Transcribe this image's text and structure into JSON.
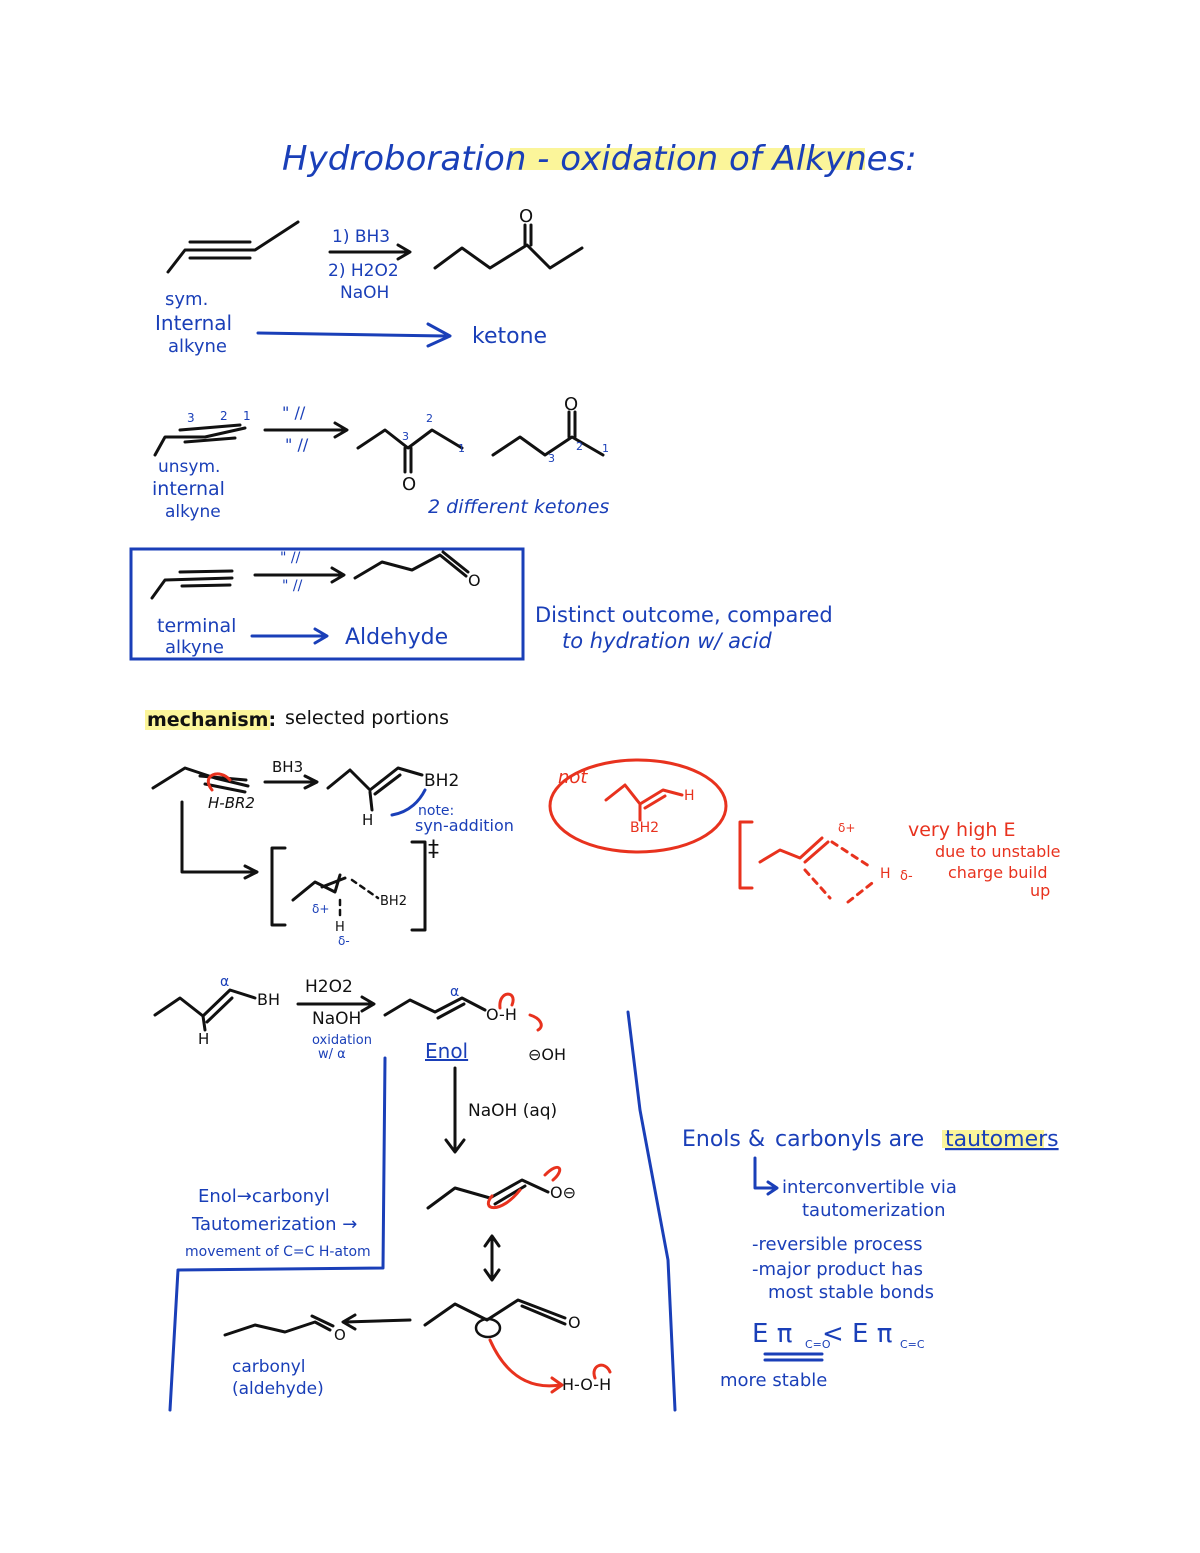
{
  "title": "Hydroboration - oxidation of Alkynes:",
  "sec1": {
    "reagent1": "1) BH3",
    "reagent2": "2) H2O2",
    "reagent3": "NaOH",
    "oxygen": "O",
    "label1": "sym.",
    "label2": "Internal",
    "label3": "alkyne",
    "result": "ketone"
  },
  "sec2": {
    "n3": "3",
    "n2": "2",
    "n1": "1",
    "marks": "\" //",
    "label1": "unsym.",
    "label2": "internal",
    "label3": "alkyne",
    "oxygen": "O",
    "result": "2 different ketones"
  },
  "sec3": {
    "marks": "\" //",
    "oxygen": "O",
    "label1": "terminal",
    "label2": "alkyne",
    "result": "Aldehyde",
    "note1": "Distinct outcome, compared",
    "note2": "to hydration w/ acid"
  },
  "mech": {
    "heading": "mechanism:",
    "heading2": "selected portions",
    "hbr2": "H-BR2",
    "bh3": "BH3",
    "bh2": "BH2",
    "h": "H",
    "note1": "note:",
    "note2": "syn-addition",
    "ts_bh2": "BH2",
    "ts_d1": "δ+",
    "ts_d2": "δ-",
    "ts_h": "H",
    "dagger": "‡",
    "not": "not",
    "not_h": "H",
    "not_bh2": "BH2",
    "red_d1": "δ+",
    "red_h": "H",
    "red_d2": "δ-",
    "red_note1": "very high E",
    "red_note2": "due to unstable",
    "red_note3": "charge build",
    "red_note4": "up"
  },
  "ox": {
    "alpha": "α",
    "bh": "BH",
    "h": "H",
    "r1": "H2O2",
    "r2": "NaOH",
    "r3": "oxidation",
    "r4": "w/ α",
    "alpha2": "α",
    "oh": "O-H",
    "enol": "Enol",
    "hydroxide": "⊖OH",
    "naoh": "NaOH (aq)",
    "taut1": "Enol→carbonyl",
    "taut2": "Tautomerization →",
    "taut3": "movement of C=C H-atom",
    "oxy1": "O⊖",
    "oxy2": "O",
    "carbonyl_o": "O",
    "water": "H-O-H",
    "carbonyl1": "carbonyl",
    "carbonyl2": "(aldehyde)"
  },
  "side": {
    "title1": "Enols",
    "title2": "carbonyls are",
    "title3": "tautomers",
    "b1": "interconvertible via",
    "b2": "tautomerization",
    "b3": "-reversible process",
    "b4": "-major product has",
    "b5": "most stable bonds",
    "eq1": "E π",
    "eq_sub": "C=O",
    "eq2": "< E π",
    "eq_sub2": "C=C",
    "b6": "more stable"
  },
  "colors": {
    "blue": "#1a3fb8",
    "red": "#e8321e",
    "black": "#111111",
    "highlight": "#fbf59a"
  }
}
